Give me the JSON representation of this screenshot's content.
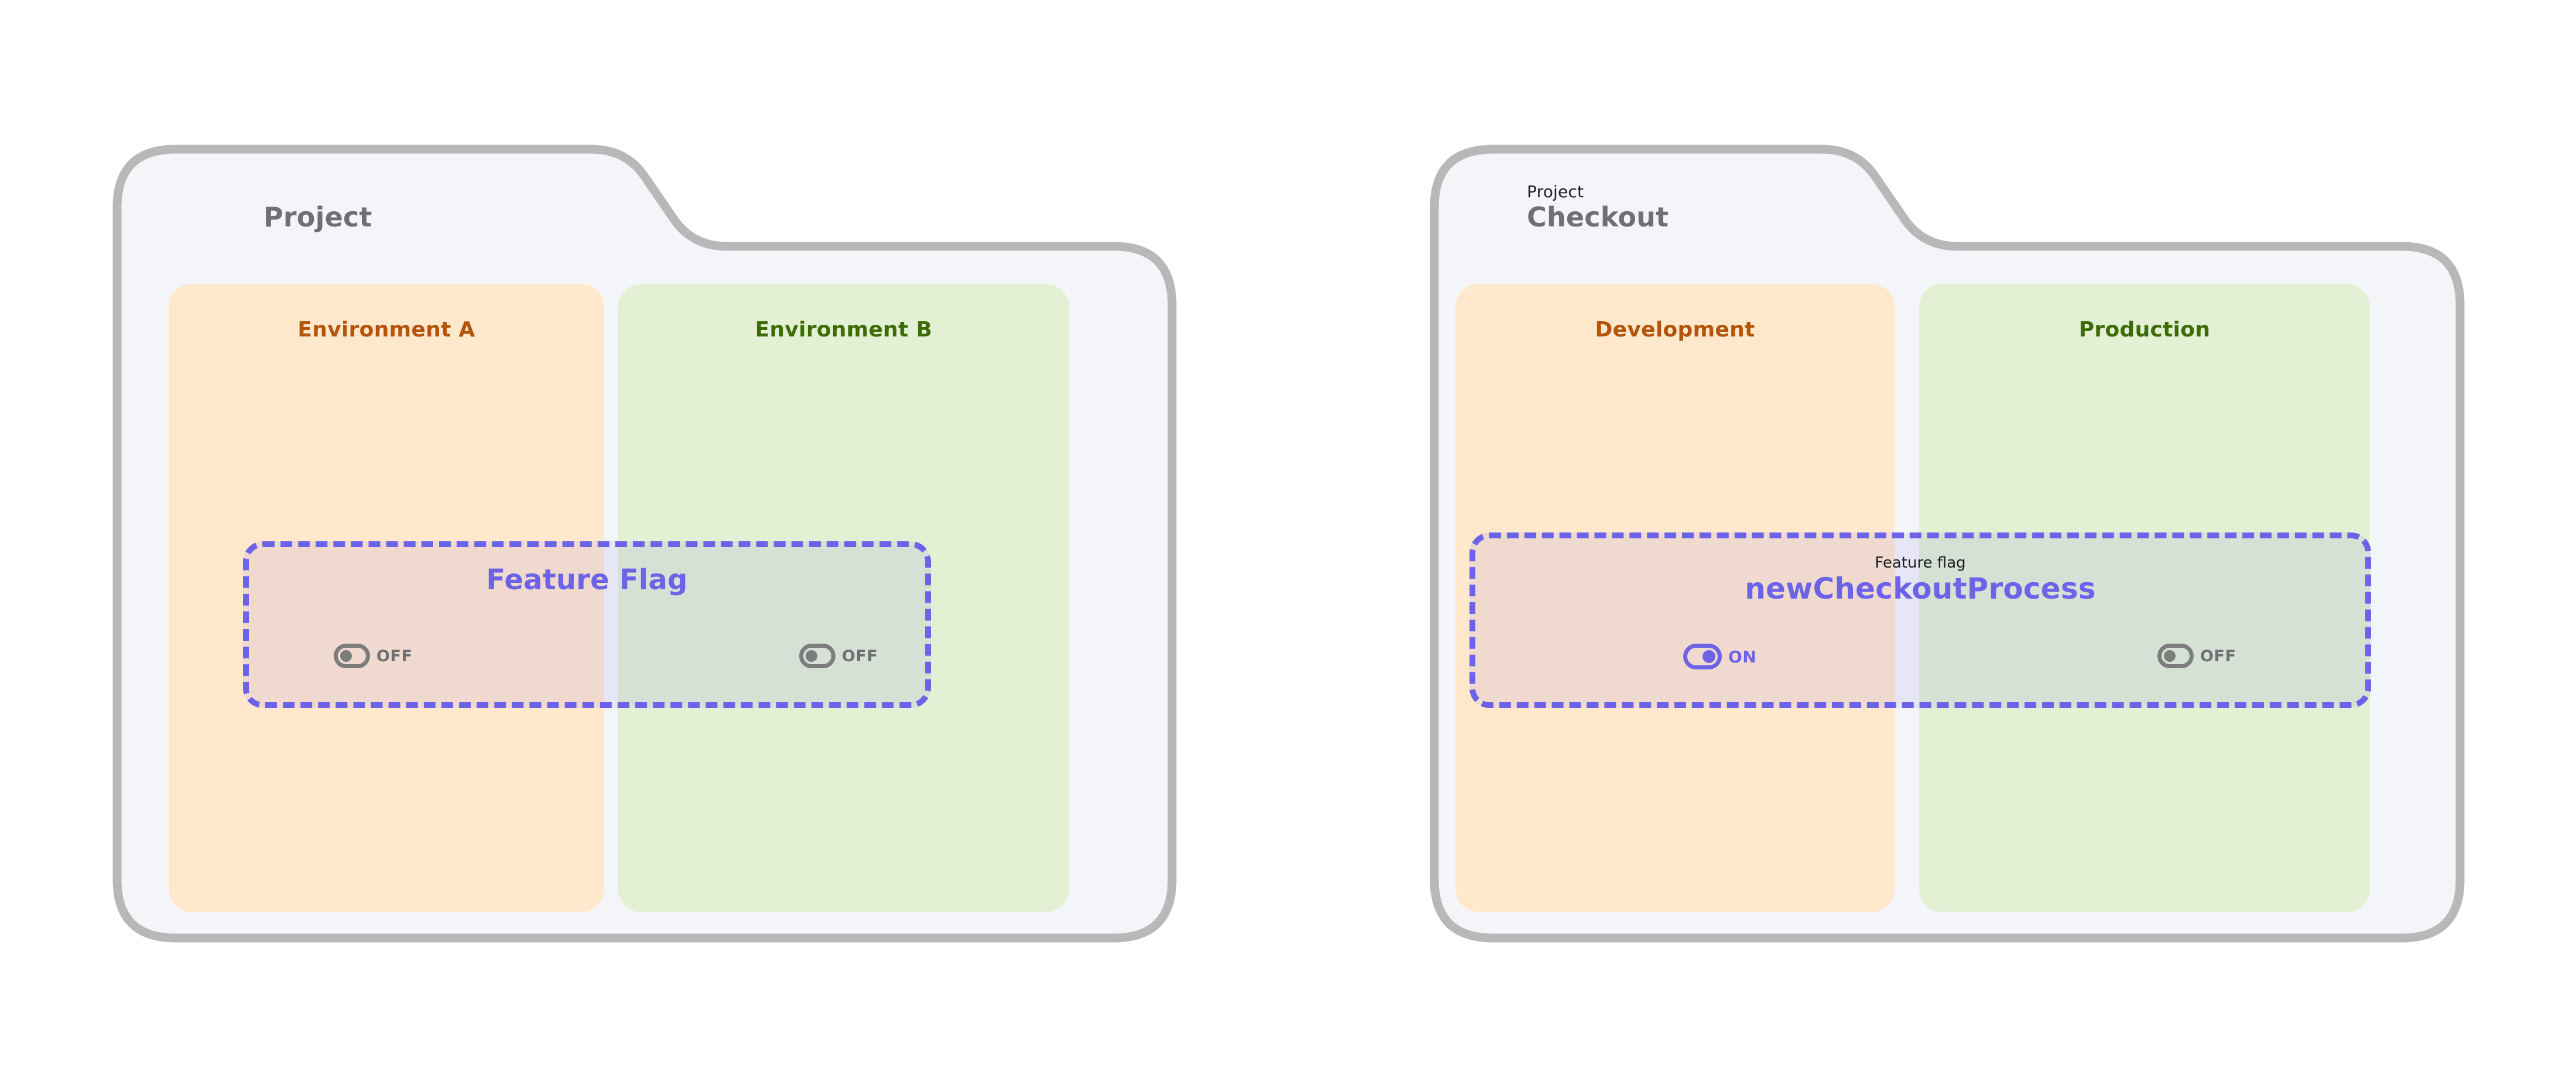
{
  "theme": {
    "folder_fill": "#F4F5F8",
    "folder_stroke": "#B8B8B8",
    "card_orange": "#FFE8CC",
    "card_green": "#E3F0D4",
    "label_orange": "#B4540A",
    "label_green": "#3D6B06",
    "flag_purple": "#6C63E8",
    "toggle_off_gray": "#7C7C7C",
    "title_gray": "#6F7072",
    "page_background": "#FFFFFF"
  },
  "folders": [
    {
      "id": "generic",
      "kicker": "",
      "name": "Project",
      "environments": [
        {
          "label": "Environment A",
          "tone": "orange"
        },
        {
          "label": "Environment B",
          "tone": "green"
        }
      ],
      "flag": {
        "kicker": "",
        "name": "Feature Flag",
        "toggles": [
          {
            "state": "off",
            "label": "OFF"
          },
          {
            "state": "off",
            "label": "OFF"
          }
        ]
      }
    },
    {
      "id": "checkout",
      "kicker": "Project",
      "name": "Checkout",
      "environments": [
        {
          "label": "Development",
          "tone": "orange"
        },
        {
          "label": "Production",
          "tone": "green"
        }
      ],
      "flag": {
        "kicker": "Feature flag",
        "name": "newCheckoutProcess",
        "toggles": [
          {
            "state": "on",
            "label": "ON"
          },
          {
            "state": "off",
            "label": "OFF"
          }
        ]
      }
    }
  ]
}
